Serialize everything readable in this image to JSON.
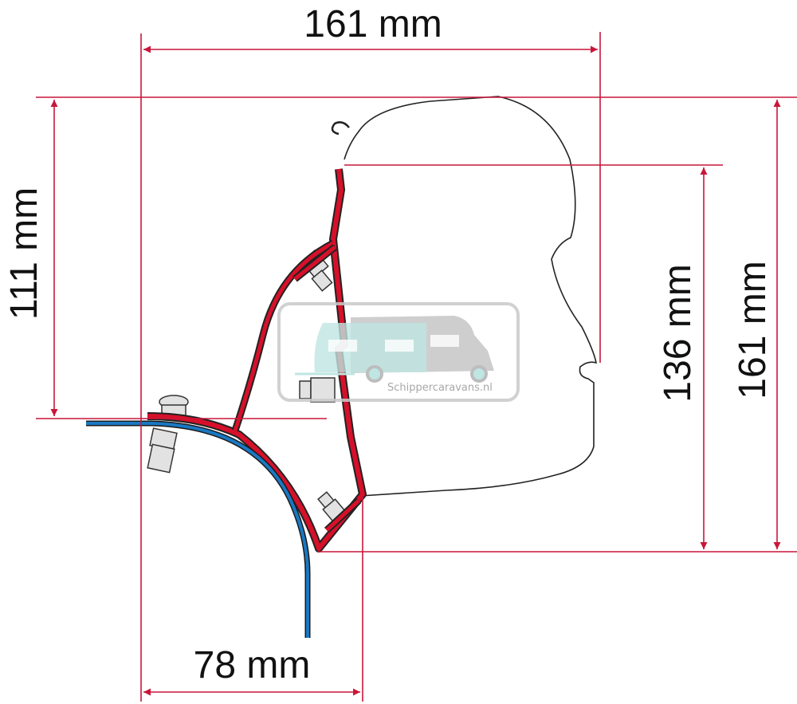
{
  "dimensions": {
    "top_width": "161 mm",
    "left_height": "111 mm",
    "right_inner_height": "136 mm",
    "right_outer_height": "161 mm",
    "bottom_width": "78 mm"
  },
  "watermark": {
    "text": "Schippercaravans.nl"
  },
  "colors": {
    "dimension_lines": "#c8173a",
    "bracket": "#d7102a",
    "roof_profile": "#1a78c2",
    "watermark_caravan": "#bfe6e2",
    "watermark_camper": "#bdbdbd"
  }
}
